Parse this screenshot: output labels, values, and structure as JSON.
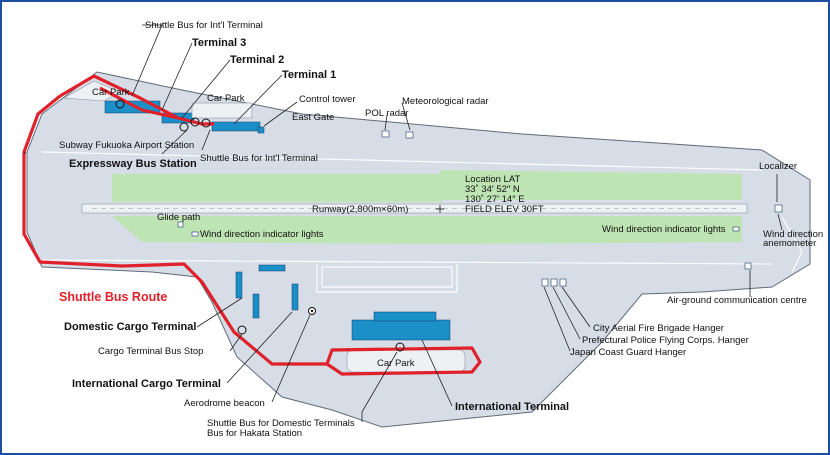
{
  "colors": {
    "frame": "#1d4fa0",
    "airport_ground": "#d7dde6",
    "airport_outline": "#5f6b79",
    "grass": "#bfe4b3",
    "building": "#1b8fc7",
    "shuttle_route": "#e0202a",
    "text": "#111111"
  },
  "labels": {
    "shuttle_intl_top": "Shuttle Bus for Int'l Terminal",
    "terminal_3": "Terminal 3",
    "terminal_2": "Terminal 2",
    "terminal_1": "Terminal 1",
    "car_park_left": "Car Park",
    "car_park_mid": "Car Park",
    "control_tower": "Control tower",
    "east_gate": "East Gate",
    "meteorological_radar": "Meteorological radar",
    "pol_radar": "POL radar",
    "subway_station": "Subway Fukuoka Airport Station",
    "expressway_bus": "Expressway Bus Station",
    "shuttle_intl_mid": "Shuttle Bus for Int'l Terminal",
    "localizer": "Localizer",
    "location_line1": "Location LAT",
    "location_line2": "33˚ 34′ 52″ N",
    "location_line3": "130˚ 27′ 14″ E",
    "location_line4": "FIELD ELEV 30FT",
    "runway": "Runway(2,800m×60m)",
    "glide_path": "Glide path",
    "wind_left": "Wind direction indicator lights",
    "wind_right": "Wind direction indicator lights",
    "wind_anemometer_1": "Wind direction",
    "wind_anemometer_2": "anemometer",
    "shuttle_route": "Shuttle Bus Route",
    "air_ground": "Air-ground communication centre",
    "domestic_cargo": "Domestic Cargo Terminal",
    "city_fire": "City Aerial Fire Brigade Hanger",
    "prefectural_police": "Prefectural Police Flying Corps. Hanger",
    "coast_guard": "Japan Coast Guard Hanger",
    "cargo_bus_stop": "Cargo Terminal Bus Stop",
    "car_park_bottom": "Car Park",
    "intl_cargo": "International Cargo Terminal",
    "aerodrome_beacon": "Aerodrome beacon",
    "intl_terminal": "International Terminal",
    "shuttle_domestic_1": "Shuttle Bus for Domestic Terminals",
    "shuttle_domestic_2": "Bus for Hakata Station"
  }
}
